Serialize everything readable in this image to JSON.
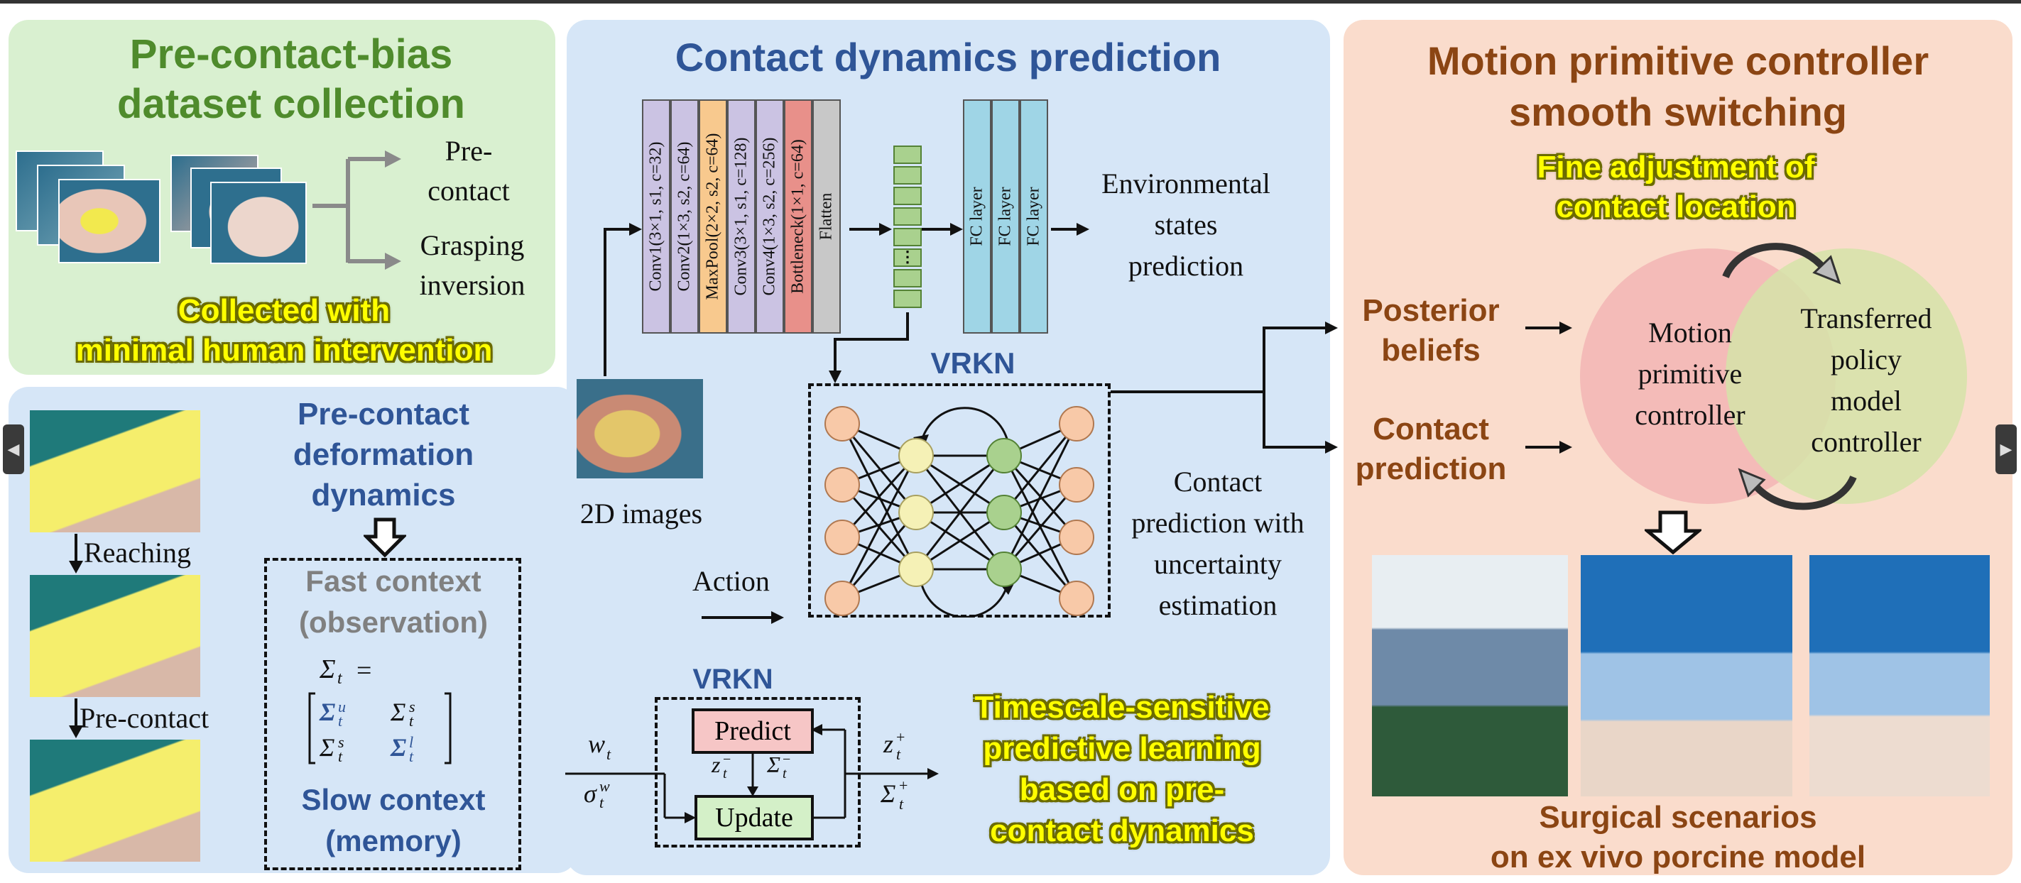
{
  "panels": {
    "dataset": {
      "title_line1": "Pre-contact-bias",
      "title_line2": "dataset collection",
      "branch_pre_contact": "Pre-\ncontact",
      "branch_grasping": "Grasping\ninversion",
      "highlight_line1": "Collected with",
      "highlight_line2": "minimal human intervention"
    },
    "contact_dynamics": {
      "title": "Contact dynamics prediction",
      "images_label": "2D images",
      "cnn_layers": [
        {
          "label": "Conv1(3×1, s1, c=32)",
          "color": "#cbc3e3"
        },
        {
          "label": "Conv2(1×3, s2, c=64)",
          "color": "#cbc3e3"
        },
        {
          "label": "MaxPool(2×2, s2, c=64)",
          "color": "#f8c98e"
        },
        {
          "label": "Conv3(3×1, s1, c=128)",
          "color": "#cbc3e3"
        },
        {
          "label": "Conv4(1×3, s2, c=256)",
          "color": "#cbc3e3"
        },
        {
          "label": "Bottleneck(1×1, c=64)",
          "color": "#e8908a"
        },
        {
          "label": "Flatten",
          "color": "#c8c8c8"
        }
      ],
      "feature_dots": "⋮",
      "fc_layers": [
        "FC layer",
        "FC layer",
        "FC layer"
      ],
      "env_states": "Environmental\nstates\nprediction",
      "vrkn_label": "VRKN",
      "action_label": "Action",
      "contact_prediction_text": "Contact\nprediction with\nuncertainty\nestimation",
      "vrkn2_label": "VRKN",
      "predict_label": "Predict",
      "update_label": "Update",
      "highlight_line1": "Timescale-sensitive",
      "highlight_line2": "predictive learning",
      "highlight_line3": "based on pre-",
      "highlight_line4": "contact dynamics"
    },
    "deformation": {
      "title_line1": "Pre-contact",
      "title_line2": "deformation",
      "title_line3": "dynamics",
      "reaching": "Reaching",
      "pre_contact": "Pre-contact",
      "fast_context_line1": "Fast context",
      "fast_context_line2": "(observation)",
      "slow_context_line1": "Slow context",
      "slow_context_line2": "(memory)"
    },
    "motion": {
      "title_line1": "Motion primitive controller",
      "title_line2": "smooth switching",
      "highlight_line1": "Fine adjustment of",
      "highlight_line2": "contact location",
      "posterior_beliefs": "Posterior\nbeliefs",
      "contact_prediction": "Contact\nprediction",
      "motion_primitive_controller": "Motion\nprimitive\ncontroller",
      "transferred_policy": "Transferred\npolicy\nmodel\ncontroller",
      "surgical_line1": "Surgical scenarios",
      "surgical_line2": "on ex vivo porcine model"
    }
  },
  "colors": {
    "green_panel": "#d9f0d0",
    "blue_panel": "#d6e6f7",
    "peach_panel": "#fadccc",
    "pink_ellipse": "#f3b8b6",
    "green_ellipse": "#d5e3a8",
    "node_orange": "#f8c9a8",
    "node_yellow": "#f5f1b6",
    "node_green": "#a9d18e",
    "fc_blue": "#9fd5e6",
    "predict_pink": "#f6c6c6",
    "update_green": "#d4f0c8"
  },
  "icons": [
    "left-nav-arrow-icon",
    "right-nav-arrow-icon"
  ]
}
